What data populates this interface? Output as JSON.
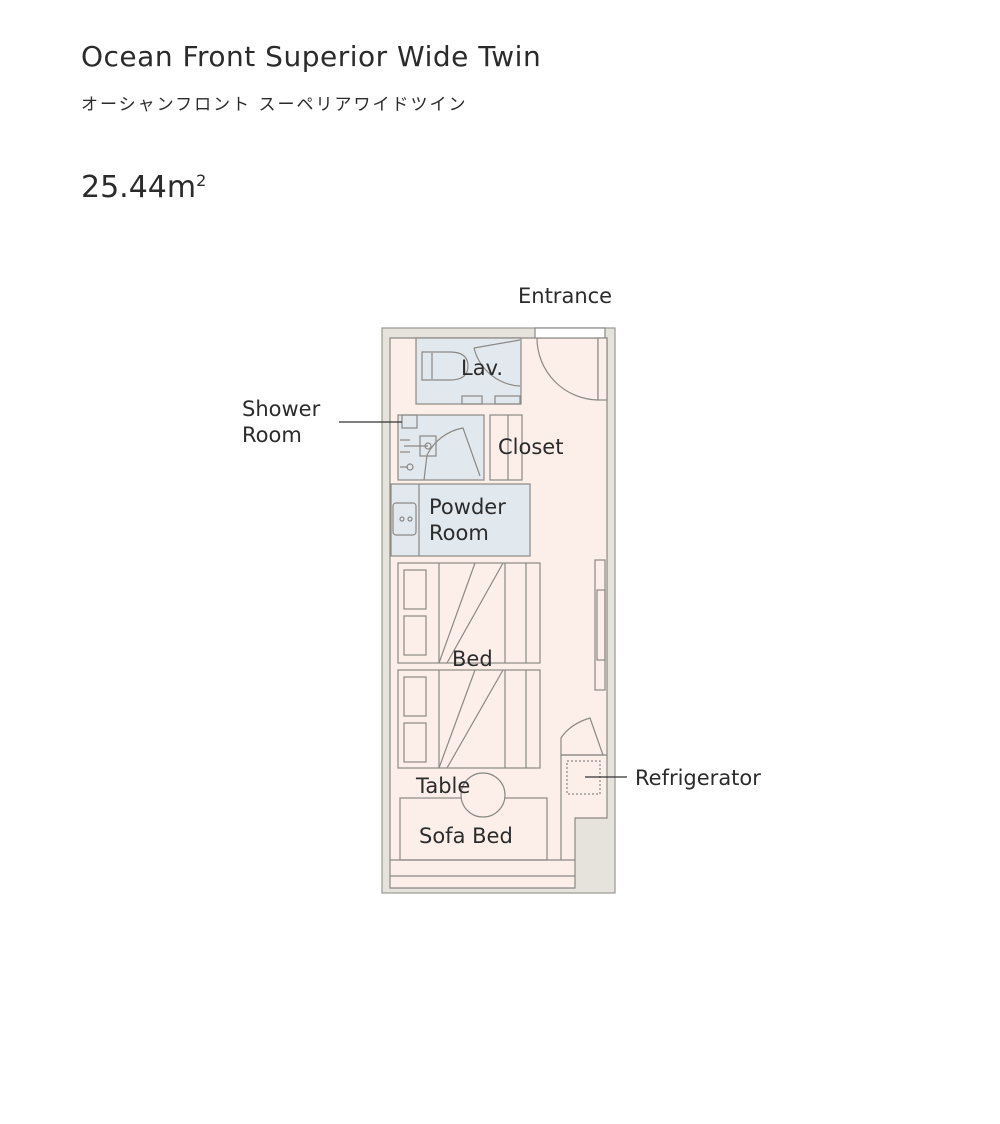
{
  "header": {
    "title": "Ocean Front Superior Wide Twin",
    "subtitle": "オーシャンフロント スーペリアワイドツイン",
    "area": "25.44m",
    "area_unit_sup": "2"
  },
  "floorplan": {
    "labels": {
      "entrance": "Entrance",
      "lav": "Lav.",
      "shower_line1": "Shower",
      "shower_line2": "Room",
      "closet": "Closet",
      "powder_line1": "Powder",
      "powder_line2": "Room",
      "bed": "Bed",
      "table": "Table",
      "sofa_bed": "Sofa Bed",
      "refrigerator": "Refrigerator"
    },
    "colors": {
      "wall": "#e5e3dc",
      "floor": "#fcefea",
      "wet": "#e2e9ee",
      "line": "#8c8884"
    }
  }
}
